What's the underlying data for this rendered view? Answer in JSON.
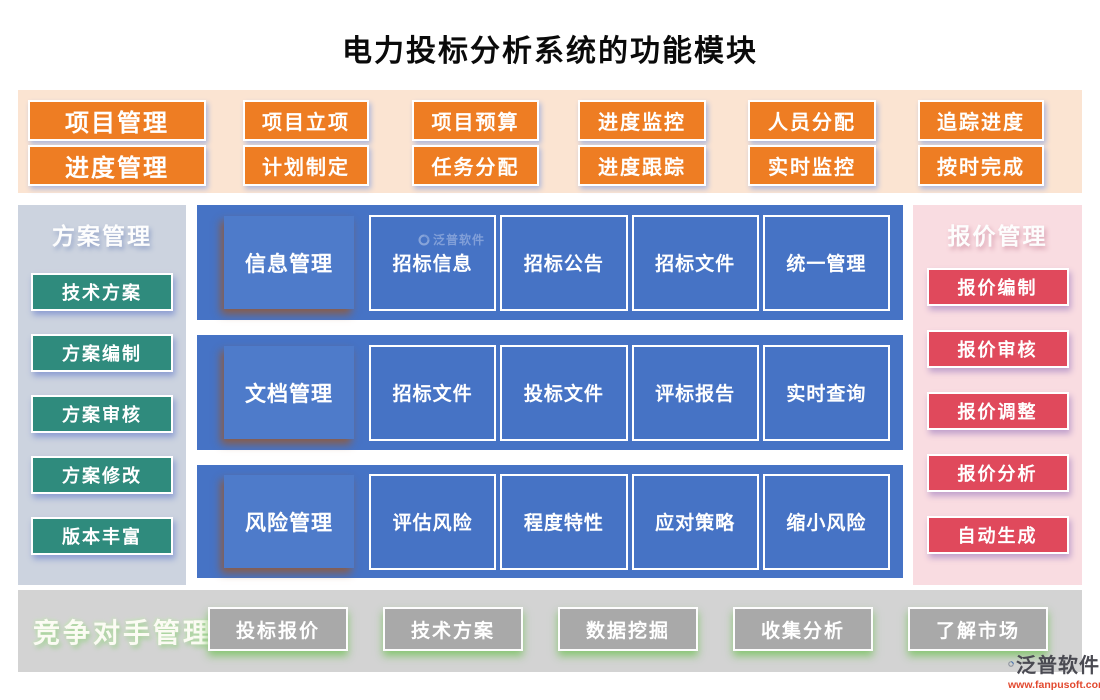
{
  "title": "电力投标分析系统的功能模块",
  "top": {
    "row1": [
      "项目管理",
      "项目立项",
      "项目预算",
      "进度监控",
      "人员分配",
      "追踪进度"
    ],
    "row2": [
      "进度管理",
      "计划制定",
      "任务分配",
      "进度跟踪",
      "实时监控",
      "按时完成"
    ]
  },
  "left_panel": {
    "title": "方案管理",
    "items": [
      "技术方案",
      "方案编制",
      "方案审核",
      "方案修改",
      "版本丰富"
    ]
  },
  "center": {
    "rows": [
      {
        "header": "信息管理",
        "cells": [
          "招标信息",
          "招标公告",
          "招标文件",
          "统一管理"
        ]
      },
      {
        "header": "文档管理",
        "cells": [
          "招标文件",
          "投标文件",
          "评标报告",
          "实时查询"
        ]
      },
      {
        "header": "风险管理",
        "cells": [
          "评估风险",
          "程度特性",
          "应对策略",
          "缩小风险"
        ]
      }
    ],
    "watermark": "泛普软件"
  },
  "right_panel": {
    "title": "报价管理",
    "items": [
      "报价编制",
      "报价审核",
      "报价调整",
      "报价分析",
      "自动生成"
    ]
  },
  "bottom": {
    "title": "竞争对手管理",
    "items": [
      "投标报价",
      "技术方案",
      "数据挖掘",
      "收集分析",
      "了解市场"
    ]
  },
  "logo": {
    "name": "泛普软件",
    "url": "www.fanpusoft.com"
  },
  "colors": {
    "orange_button": "#ee7d23",
    "peach_band_bg": "#fbe4d2",
    "blue_panel": "#4673c5",
    "blue_header_block": "#4e7bca",
    "teal_button": "#2f8b7d",
    "left_panel_bg": "#ccd3df",
    "red_button": "#e0495c",
    "pink_panel_bg": "#f9dce1",
    "gray_band_bg": "#d3d3d3",
    "gray_button": "#a9a9a9",
    "logo_url_red": "#e2492f"
  }
}
